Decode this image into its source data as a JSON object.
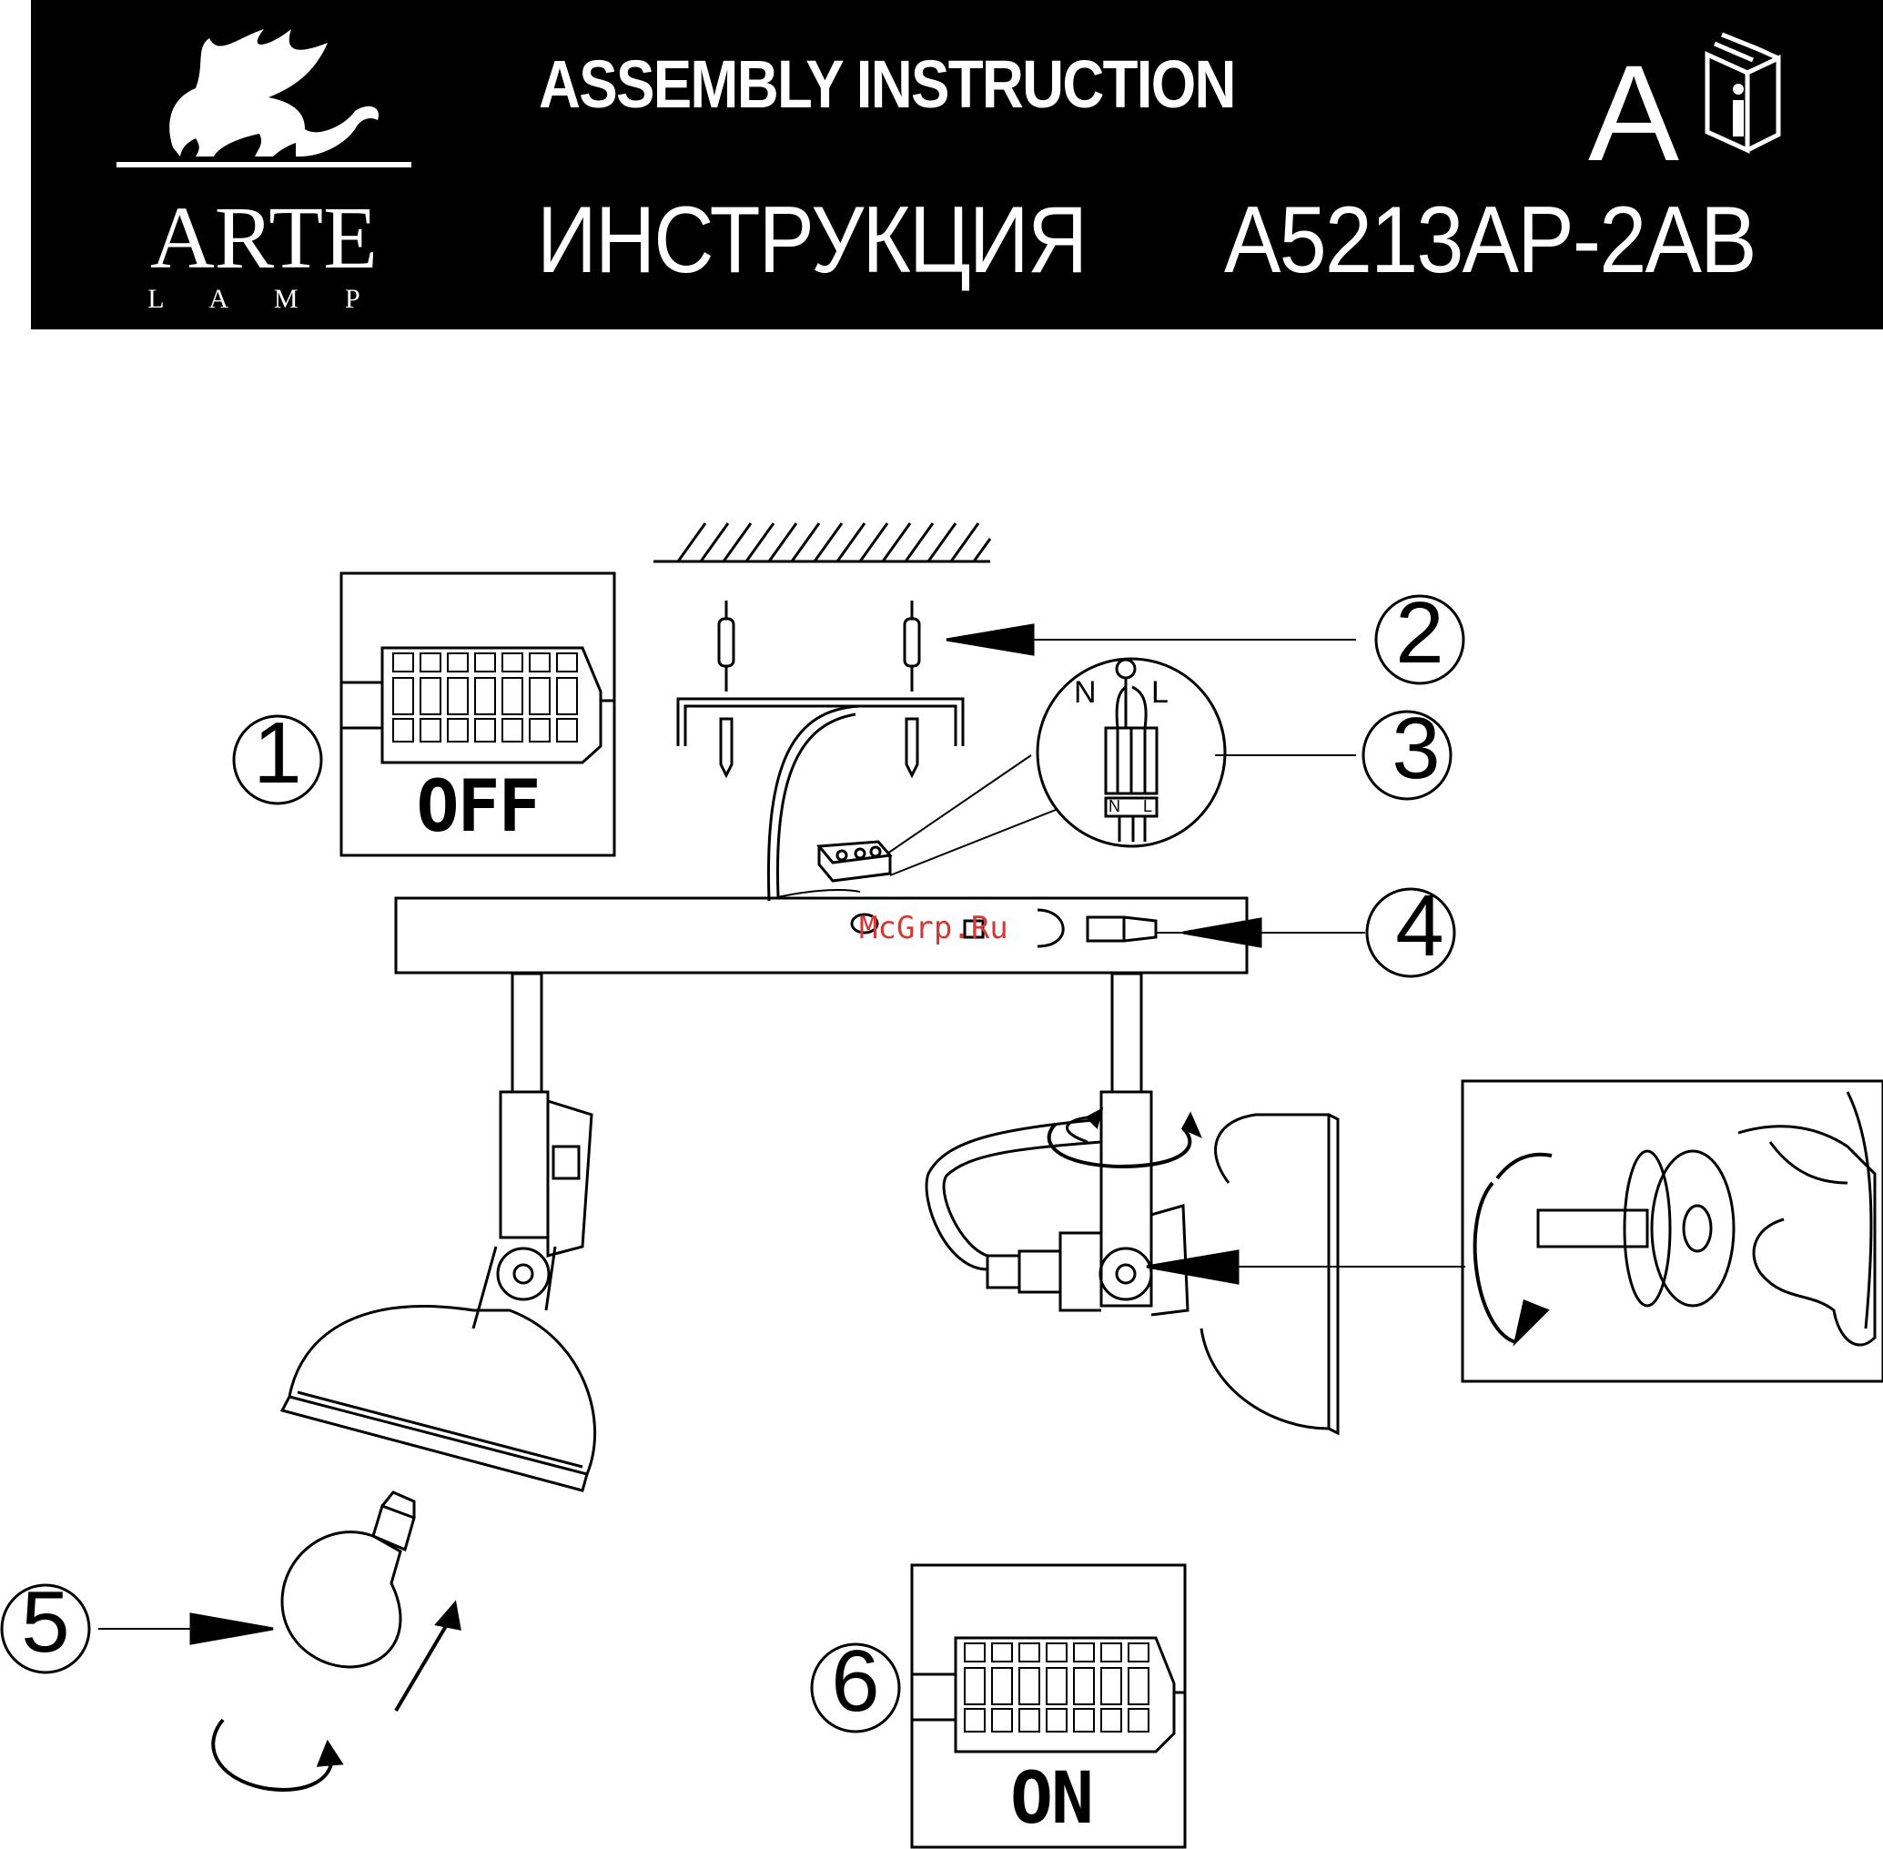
{
  "header": {
    "brand_name": "ARTE",
    "brand_sub": "L A M P",
    "title_en": "ASSEMBLY INSTRUCTION",
    "title_ru": "ИНСТРУКЦИЯ",
    "model": "A5213AP-2AB",
    "page_letter": "A",
    "info_icon": "booklet-info-icon"
  },
  "steps": {
    "s1": "1",
    "s2": "2",
    "s3": "3",
    "s4": "4",
    "s5": "5",
    "s6": "6"
  },
  "switch": {
    "off": "OFF",
    "on": "ON"
  },
  "wiring": {
    "neutral": "N",
    "live": "L",
    "terminal_n": "N",
    "terminal_l": "L"
  },
  "watermark": "McGrp.Ru",
  "colors": {
    "header_bg": "#000000",
    "header_text": "#ffffff",
    "watermark": "#d23a3a"
  }
}
